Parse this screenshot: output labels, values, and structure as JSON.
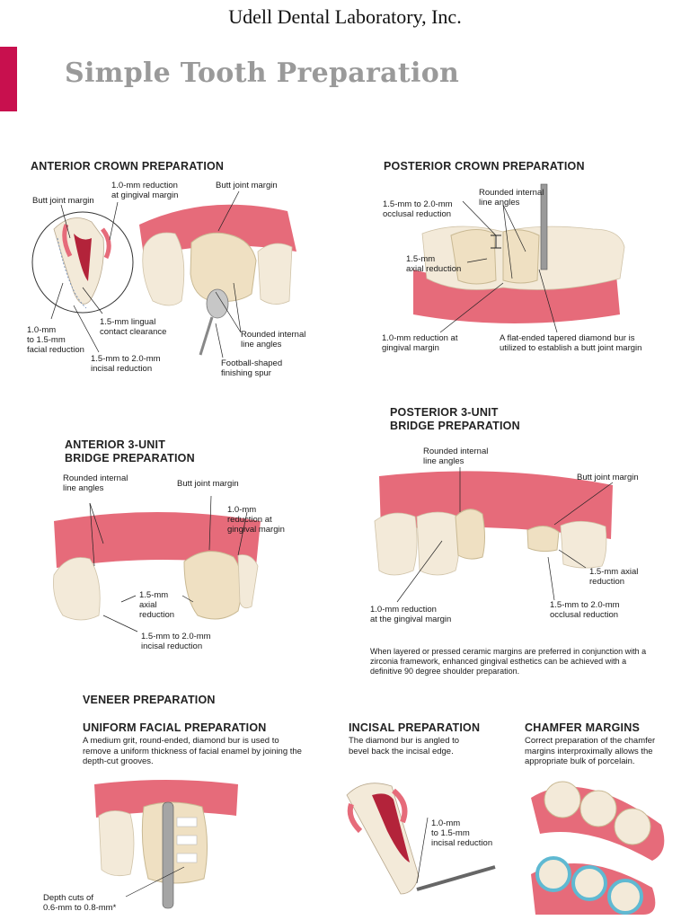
{
  "header": {
    "lab_name": "Udell Dental Laboratory, Inc."
  },
  "page_title": "Simple Tooth Preparation",
  "colors": {
    "accent": "#c8104e",
    "gum": "#e66b7a",
    "gum_light": "#f4aab2",
    "tooth": "#f3ead9",
    "tooth_prep": "#efe0c2",
    "title_gray": "#9a9a9a"
  },
  "anterior_crown": {
    "heading": "ANTERIOR CROWN PREPARATION",
    "labels": {
      "butt_joint_left": "Butt joint margin",
      "reduction_gingival": "1.0-mm reduction\nat gingival margin",
      "butt_joint_right": "Butt joint margin",
      "facial_reduction": "1.0-mm\nto 1.5-mm\nfacial reduction",
      "lingual_clearance": "1.5-mm lingual\ncontact clearance",
      "incisal_reduction": "1.5-mm to 2.0-mm\nincisal reduction",
      "rounded_internal": "Rounded internal\nline angles",
      "finishing_spur": "Football-shaped\nfinishing spur"
    }
  },
  "posterior_crown": {
    "heading": "POSTERIOR CROWN PREPARATION",
    "labels": {
      "occlusal_reduction": "1.5-mm to 2.0-mm\nocclusal reduction",
      "rounded_internal": "Rounded internal\nline angles",
      "axial_reduction": "1.5-mm\naxial reduction",
      "gingival_reduction": "1.0-mm reduction at\ngingival margin",
      "flat_ended_bur": "A flat-ended tapered diamond bur is\nutilized to establish a butt joint margin"
    }
  },
  "anterior_bridge": {
    "heading": "ANTERIOR 3-UNIT\nBRIDGE PREPARATION",
    "labels": {
      "rounded_internal": "Rounded internal\nline angles",
      "butt_joint": "Butt joint margin",
      "gingival_reduction": "1.0-mm\nreduction at\ngingival margin",
      "axial_reduction": "1.5-mm\naxial\nreduction",
      "incisal_reduction": "1.5-mm to 2.0-mm\nincisal reduction"
    }
  },
  "posterior_bridge": {
    "heading": "POSTERIOR 3-UNIT\nBRIDGE PREPARATION",
    "labels": {
      "rounded_internal": "Rounded internal\nline angles",
      "butt_joint": "Butt joint margin",
      "axial_reduction": "1.5-mm axial\nreduction",
      "gingival_reduction": "1.0-mm reduction\nat the gingival margin",
      "occlusal_reduction": "1.5-mm to 2.0-mm\nocclusal reduction"
    },
    "note": "When layered or pressed ceramic margins are preferred in conjunction with a zirconia framework, enhanced  gingival esthetics can be achieved with a definitive 90 degree shoulder preparation."
  },
  "veneer": {
    "heading": "VENEER PREPARATION",
    "uniform_facial": {
      "heading": "UNIFORM FACIAL PREPARATION",
      "text": "A medium grit, round-ended, diamond bur is used to remove a uniform thickness of facial enamel by joining the depth-cut grooves.",
      "depth_cuts": "Depth cuts of\n0.6-mm to 0.8-mm*"
    },
    "incisal": {
      "heading": "INCISAL PREPARATION",
      "text": "The diamond bur is angled to bevel back the incisal edge.",
      "incisal_reduction": "1.0-mm\nto 1.5-mm\nincisal reduction"
    },
    "chamfer": {
      "heading": "CHAMFER MARGINS",
      "text": "Correct preparation of the chamfer margins interproximally allows the appropriate bulk of porcelain."
    }
  }
}
